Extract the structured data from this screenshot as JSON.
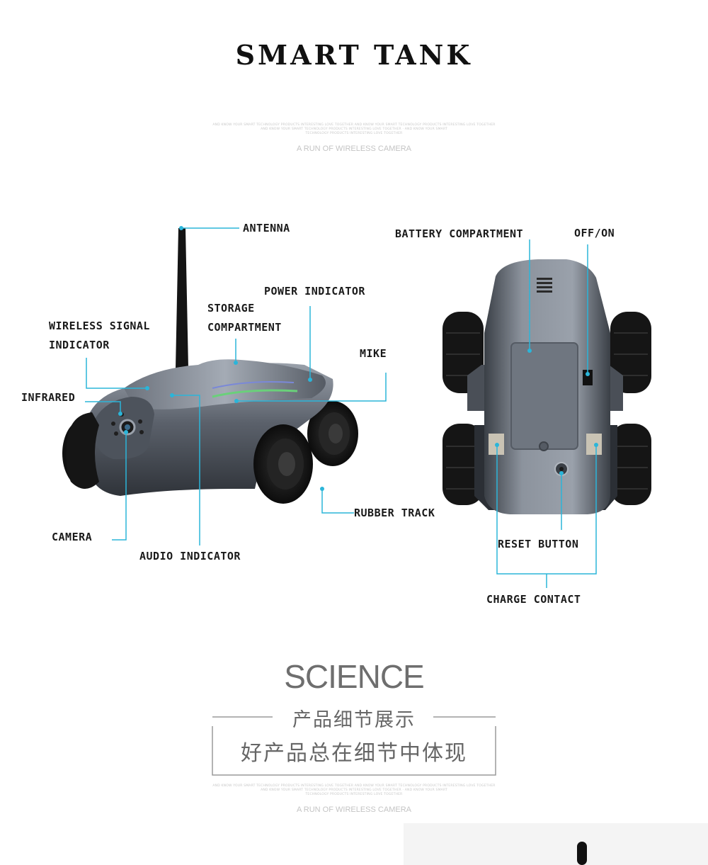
{
  "header": {
    "title": "SMART TANK",
    "fine_print_top": [
      "AND KNOW YOUR SMART TECHNOLOGY PRODUCTS INTERESTING LOVE TOGETHER AND KNOW YOUR SMART TECHNOLOGY PRODUCTS INTERESTING LOVE TOGETHER",
      "AND KNOW YOUR SMART TECHNOLOGY PRODUCTS INTERESTING LOVE TOGETHER · AND KNOW YOUR SMART",
      "TECHNOLOGY PRODUCTS INTERESTING LOVE TOGETHER"
    ],
    "tagline_top": "A RUN OF WIRELESS CAMERA"
  },
  "labels": {
    "antenna": "ANTENNA",
    "power_indicator": "POWER INDICATOR",
    "storage_line1": "STORAGE",
    "storage_line2": "COMPARTMENT",
    "wireless_line1": "WIRELESS SIGNAL",
    "wireless_line2": "INDICATOR",
    "mike": "MIKE",
    "infrared": "INFRARED",
    "camera": "CAMERA",
    "audio_indicator": "AUDIO INDICATOR",
    "rubber_track": "RUBBER TRACK",
    "battery_compartment": "BATTERY COMPARTMENT",
    "off_on": "OFF/ON",
    "reset_button": "RESET BUTTON",
    "charge_contact": "CHARGE CONTACT"
  },
  "footer": {
    "science": "SCIENCE",
    "cn_line1": "产品细节展示",
    "cn_line2": "好产品总在细节中体现",
    "fine_print_bottom": [
      "AND KNOW YOUR SMART TECHNOLOGY PRODUCTS INTERESTING LOVE TOGETHER AND KNOW YOUR SMART TECHNOLOGY PRODUCTS INTERESTING LOVE TOGETHER",
      "AND KNOW YOUR SMART TECHNOLOGY PRODUCTS INTERESTING LOVE TOGETHER · AND KNOW YOUR SMART",
      "TECHNOLOGY PRODUCTS INTERESTING LOVE TOGETHER"
    ],
    "tagline_bottom": "A RUN OF WIRELESS CAMERA"
  },
  "colors": {
    "callout_line": "#2bb5d9",
    "body_dark": "#4a4f58",
    "body_light": "#8b929c",
    "wheel": "#1a1a1a"
  }
}
